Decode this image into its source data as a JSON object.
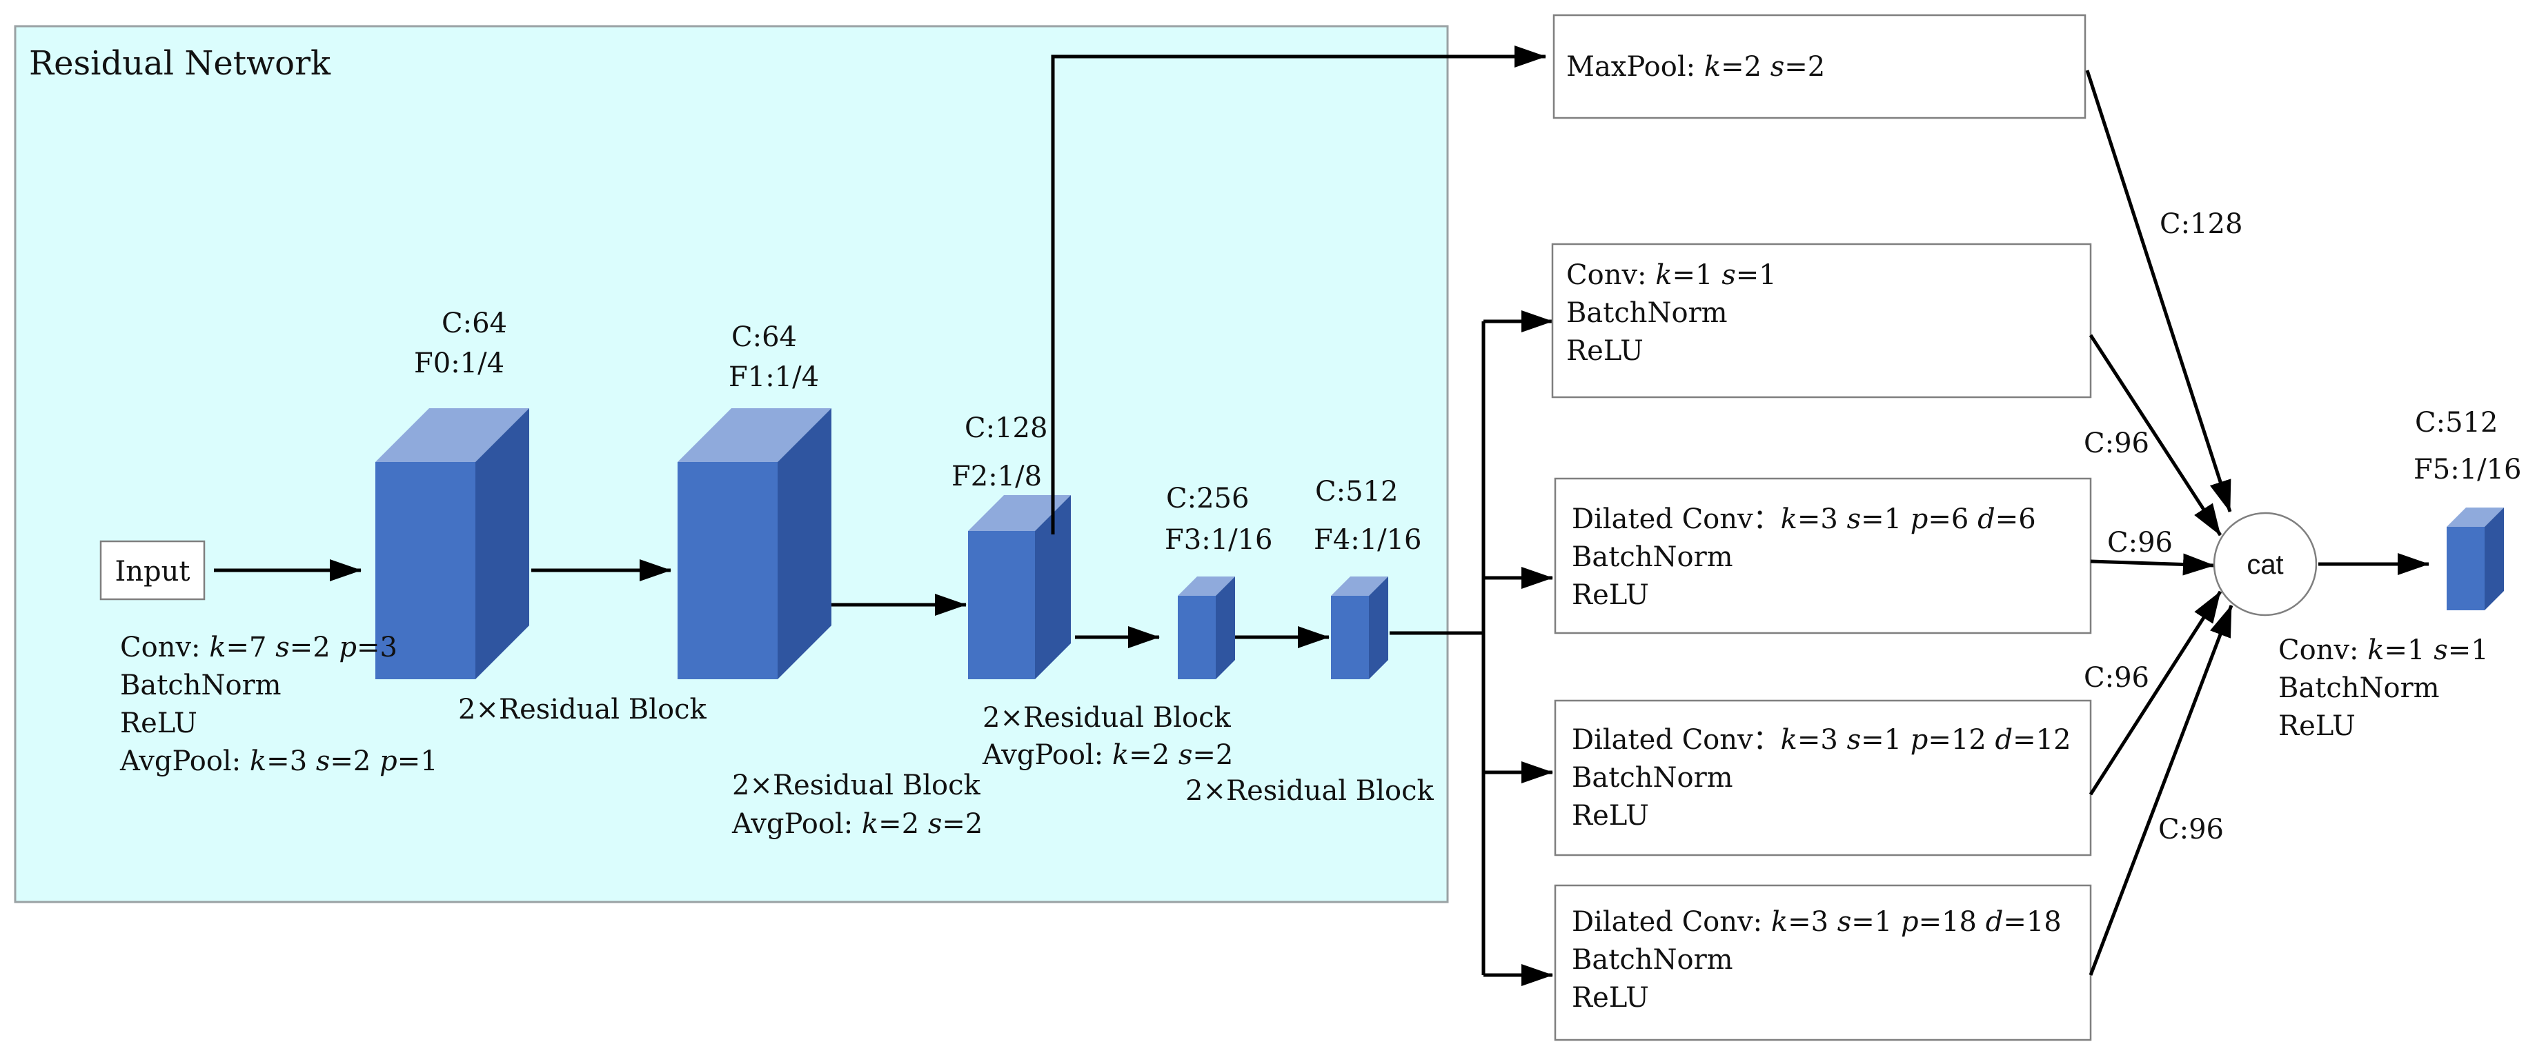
{
  "region": {
    "title": "Residual Network",
    "fill": "#DBFDFD",
    "border": "#9AA2A4"
  },
  "cube_colors": {
    "front": "#4472C4",
    "top": "#8FAADC",
    "side": "#2F55A0"
  },
  "input_label": "Input",
  "features": {
    "f0": {
      "channels": "C:64",
      "name": "F0:1/4"
    },
    "f1": {
      "channels": "C:64",
      "name": "F1:1/4"
    },
    "f2": {
      "channels": "C:128",
      "name": "F2:1/8"
    },
    "f3": {
      "channels": "C:256",
      "name": "F3:1/16"
    },
    "f4": {
      "channels": "C:512",
      "name": "F4:1/16"
    },
    "f5": {
      "channels": "C:512",
      "name": "F5:1/16"
    }
  },
  "stem_ops": [
    [
      {
        "t": "Conv: "
      },
      {
        "t": "k",
        "i": true
      },
      {
        "t": "=7 "
      },
      {
        "t": "s",
        "i": true
      },
      {
        "t": "=2 "
      },
      {
        "t": "p",
        "i": true
      },
      {
        "t": "=3"
      }
    ],
    [
      {
        "t": "BatchNorm"
      }
    ],
    [
      {
        "t": "ReLU"
      }
    ],
    [
      {
        "t": "AvgPool: "
      },
      {
        "t": "k",
        "i": true
      },
      {
        "t": "=3 "
      },
      {
        "t": "s",
        "i": true
      },
      {
        "t": "=2 "
      },
      {
        "t": "p",
        "i": true
      },
      {
        "t": "=1"
      }
    ]
  ],
  "stage1_ops": [
    [
      {
        "t": "2×Residual Block"
      }
    ]
  ],
  "stage2_ops": [
    [
      {
        "t": "2×Residual Block"
      }
    ],
    [
      {
        "t": "AvgPool: "
      },
      {
        "t": "k",
        "i": true
      },
      {
        "t": "=2 "
      },
      {
        "t": "s",
        "i": true
      },
      {
        "t": "=2"
      }
    ]
  ],
  "stage3_ops": [
    [
      {
        "t": "2×Residual Block"
      }
    ],
    [
      {
        "t": "AvgPool: "
      },
      {
        "t": "k",
        "i": true
      },
      {
        "t": "=2 "
      },
      {
        "t": "s",
        "i": true
      },
      {
        "t": "=2"
      }
    ]
  ],
  "stage4_ops": [
    [
      {
        "t": "2×Residual Block"
      }
    ]
  ],
  "branches": {
    "maxpool": [
      [
        {
          "t": "MaxPool: "
        },
        {
          "t": "k",
          "i": true
        },
        {
          "t": "=2 "
        },
        {
          "t": "s",
          "i": true
        },
        {
          "t": "=2"
        }
      ]
    ],
    "conv1x1": [
      [
        {
          "t": "Conv: "
        },
        {
          "t": "k",
          "i": true
        },
        {
          "t": "=1 "
        },
        {
          "t": "s",
          "i": true
        },
        {
          "t": "=1"
        }
      ],
      [
        {
          "t": "BatchNorm"
        }
      ],
      [
        {
          "t": "ReLU"
        }
      ]
    ],
    "dilated6": [
      [
        {
          "t": "Dilated Conv："
        },
        {
          "t": "k",
          "i": true
        },
        {
          "t": "=3 "
        },
        {
          "t": "s",
          "i": true
        },
        {
          "t": "=1 "
        },
        {
          "t": "p",
          "i": true
        },
        {
          "t": "=6 "
        },
        {
          "t": "d",
          "i": true
        },
        {
          "t": "=6"
        }
      ],
      [
        {
          "t": "BatchNorm"
        }
      ],
      [
        {
          "t": "ReLU"
        }
      ]
    ],
    "dilated12": [
      [
        {
          "t": "Dilated Conv："
        },
        {
          "t": "k",
          "i": true
        },
        {
          "t": "=3 "
        },
        {
          "t": "s",
          "i": true
        },
        {
          "t": "=1 "
        },
        {
          "t": "p",
          "i": true
        },
        {
          "t": "=12 "
        },
        {
          "t": "d",
          "i": true
        },
        {
          "t": "=12"
        }
      ],
      [
        {
          "t": "BatchNorm"
        }
      ],
      [
        {
          "t": "ReLU"
        }
      ]
    ],
    "dilated18": [
      [
        {
          "t": "Dilated Conv: "
        },
        {
          "t": "k",
          "i": true
        },
        {
          "t": "=3 "
        },
        {
          "t": "s",
          "i": true
        },
        {
          "t": "=1 "
        },
        {
          "t": "p",
          "i": true
        },
        {
          "t": "=18 "
        },
        {
          "t": "d",
          "i": true
        },
        {
          "t": "=18"
        }
      ],
      [
        {
          "t": "BatchNorm"
        }
      ],
      [
        {
          "t": "ReLU"
        }
      ]
    ]
  },
  "edge_labels": {
    "maxpool": "C:128",
    "conv1x1": "C:96",
    "dilated6": "C:96",
    "dilated12": "C:96",
    "dilated18": "C:96"
  },
  "cat_label": "cat",
  "final_ops": [
    [
      {
        "t": "Conv: "
      },
      {
        "t": "k",
        "i": true
      },
      {
        "t": "=1 "
      },
      {
        "t": "s",
        "i": true
      },
      {
        "t": "=1"
      }
    ],
    [
      {
        "t": "BatchNorm"
      }
    ],
    [
      {
        "t": "ReLU"
      }
    ]
  ]
}
